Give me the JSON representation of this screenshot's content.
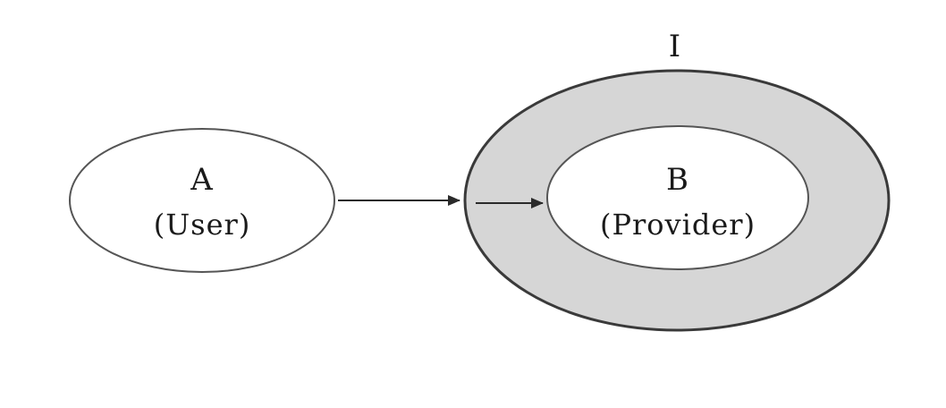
{
  "diagram": {
    "interface": {
      "label": "I",
      "fill_color": "#d6d6d6",
      "stroke_color": "#3a3a3a"
    },
    "user": {
      "letter": "A",
      "role": "(User)",
      "fill_color": "#ffffff",
      "stroke_color": "#555555"
    },
    "provider": {
      "letter": "B",
      "role": "(Provider)",
      "fill_color": "#ffffff",
      "stroke_color": "#555555"
    },
    "connections": [
      {
        "from": "A",
        "to": "I"
      },
      {
        "from": "I",
        "to": "B"
      }
    ],
    "arrow_color": "#2a2a2a"
  }
}
